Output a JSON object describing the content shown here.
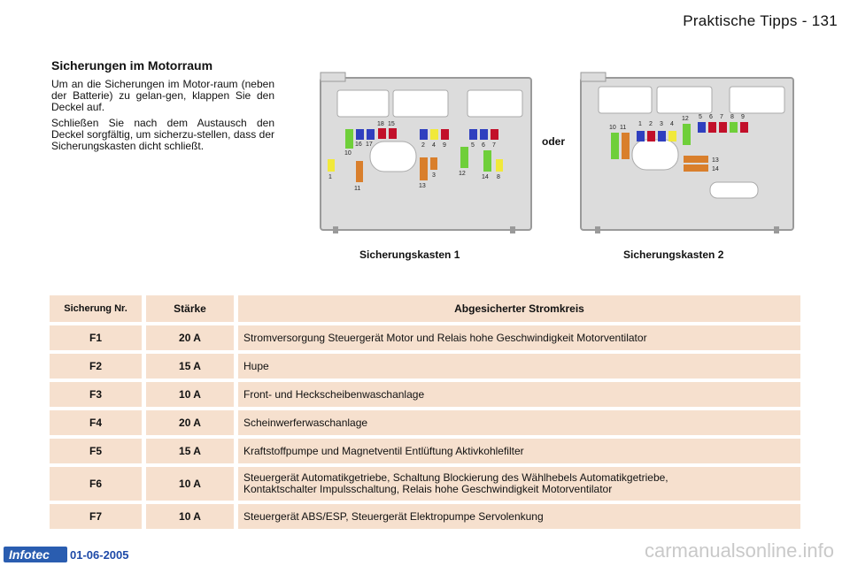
{
  "header": {
    "page_title": "Praktische Tipps - 131"
  },
  "section": {
    "title": "Sicherungen im Motorraum",
    "paragraph_1": "Um an die Sicherungen im Motor-raum (neben der Batterie) zu gelan-gen, klappen Sie den Deckel auf.",
    "paragraph_2": "Schließen Sie nach dem Austausch den Deckel sorgfältig, um sicherzu-stellen, dass der Sicherungskasten dicht schließt."
  },
  "diagrams": {
    "or_label": "oder",
    "box1_caption": "Sicherungskasten 1",
    "box2_caption": "Sicherungskasten 2",
    "box1_labels": [
      "10",
      "16",
      "17",
      "18",
      "15",
      "2",
      "4",
      "9",
      "5",
      "6",
      "7",
      "1",
      "11",
      "13",
      "3",
      "12",
      "14",
      "8"
    ],
    "box2_labels": [
      "10",
      "11",
      "1",
      "2",
      "3",
      "4",
      "12",
      "5",
      "6",
      "7",
      "8",
      "9",
      "13",
      "14"
    ]
  },
  "table": {
    "headers": {
      "number": "Sicherung Nr.",
      "rating": "Stärke",
      "circuit": "Abgesicherter Stromkreis"
    },
    "rows": [
      {
        "number": "F1",
        "rating": "20 A",
        "circuit": "Stromversorgung Steuergerät Motor und Relais hohe Geschwindigkeit Motorventilator"
      },
      {
        "number": "F2",
        "rating": "15 A",
        "circuit": "Hupe"
      },
      {
        "number": "F3",
        "rating": "10 A",
        "circuit": "Front- und Heckscheibenwaschanlage"
      },
      {
        "number": "F4",
        "rating": "20 A",
        "circuit": "Scheinwerferwaschanlage"
      },
      {
        "number": "F5",
        "rating": "15 A",
        "circuit": "Kraftstoffpumpe und Magnetventil Entlüftung Aktivkohlefilter"
      },
      {
        "number": "F6",
        "rating": "10 A",
        "circuit_line1": "Steuergerät Automatikgetriebe, Schaltung Blockierung des Wählhebels Automatikgetriebe,",
        "circuit_line2": "Kontaktschalter Impulsschaltung, Relais hohe Geschwindigkeit Motorventilator"
      },
      {
        "number": "F7",
        "rating": "10 A",
        "circuit": "Steuergerät ABS/ESP, Steuergerät Elektropumpe Servolenkung"
      }
    ]
  },
  "footer": {
    "logo_text": "Infotec",
    "date": "01-06-2005",
    "watermark": "carmanualsonline.info"
  },
  "colors": {
    "table_fill": "#f6e0ce",
    "fuse_green": "#6fcf3a",
    "fuse_blue": "#2f3fbf",
    "fuse_red": "#c2102a",
    "fuse_yellow": "#f1e93a",
    "fuse_orange": "#d97f2c",
    "footer_blue": "#2a5db0"
  }
}
